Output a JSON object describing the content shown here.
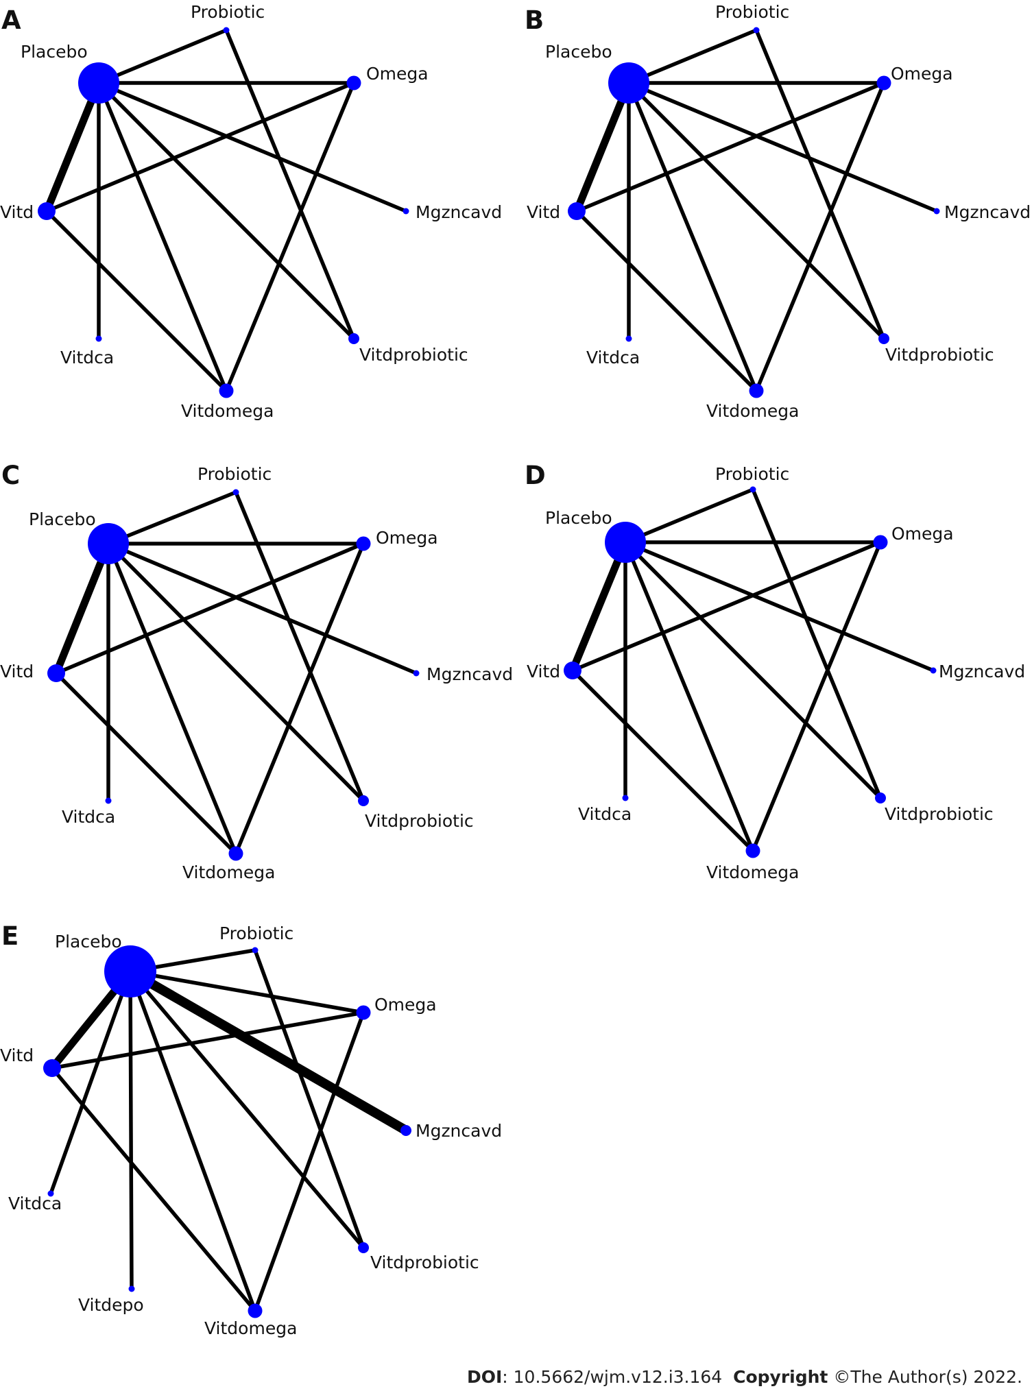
{
  "colors": {
    "node": "#0000ff",
    "edge": "#000000",
    "text": "#111111"
  },
  "panels": [
    {
      "label": "A",
      "nodes": {
        "Placebo": "Placebo",
        "Probiotic": "Probiotic",
        "Omega": "Omega",
        "Mgzncavd": "Mgzncavd",
        "Vitdprobiotic": "Vitdprobiotic",
        "Vitdomega": "Vitdomega",
        "Vitdca": "Vitdca",
        "Vitd": "Vitd"
      },
      "node_sizes": {
        "Placebo": 10,
        "Probiotic": 1,
        "Omega": 3,
        "Mgzncavd": 1,
        "Vitdprobiotic": 2,
        "Vitdomega": 3,
        "Vitdca": 1,
        "Vitd": 4
      },
      "edges": [
        {
          "from": "Placebo",
          "to": "Probiotic",
          "weight": 1
        },
        {
          "from": "Placebo",
          "to": "Omega",
          "weight": 1
        },
        {
          "from": "Placebo",
          "to": "Mgzncavd",
          "weight": 1
        },
        {
          "from": "Placebo",
          "to": "Vitdprobiotic",
          "weight": 1
        },
        {
          "from": "Placebo",
          "to": "Vitdomega",
          "weight": 1
        },
        {
          "from": "Placebo",
          "to": "Vitdca",
          "weight": 1
        },
        {
          "from": "Placebo",
          "to": "Vitd",
          "weight": 3
        },
        {
          "from": "Probiotic",
          "to": "Vitdprobiotic",
          "weight": 1
        },
        {
          "from": "Omega",
          "to": "Vitd",
          "weight": 1
        },
        {
          "from": "Omega",
          "to": "Vitdomega",
          "weight": 1
        },
        {
          "from": "Vitd",
          "to": "Vitdomega",
          "weight": 1
        }
      ]
    },
    {
      "label": "B",
      "nodes": {
        "Placebo": "Placebo",
        "Probiotic": "Probiotic",
        "Omega": "Omega",
        "Mgzncavd": "Mgzncavd",
        "Vitdprobiotic": "Vitdprobiotic",
        "Vitdomega": "Vitdomega",
        "Vitdca": "Vitdca",
        "Vitd": "Vitd"
      },
      "node_sizes": {
        "Placebo": 10,
        "Probiotic": 1,
        "Omega": 3,
        "Mgzncavd": 1,
        "Vitdprobiotic": 2,
        "Vitdomega": 3,
        "Vitdca": 1,
        "Vitd": 4
      },
      "edges": [
        {
          "from": "Placebo",
          "to": "Probiotic",
          "weight": 1
        },
        {
          "from": "Placebo",
          "to": "Omega",
          "weight": 1
        },
        {
          "from": "Placebo",
          "to": "Mgzncavd",
          "weight": 1
        },
        {
          "from": "Placebo",
          "to": "Vitdprobiotic",
          "weight": 1
        },
        {
          "from": "Placebo",
          "to": "Vitdomega",
          "weight": 1
        },
        {
          "from": "Placebo",
          "to": "Vitdca",
          "weight": 1
        },
        {
          "from": "Placebo",
          "to": "Vitd",
          "weight": 3
        },
        {
          "from": "Probiotic",
          "to": "Vitdprobiotic",
          "weight": 1
        },
        {
          "from": "Omega",
          "to": "Vitd",
          "weight": 1
        },
        {
          "from": "Omega",
          "to": "Vitdomega",
          "weight": 1
        },
        {
          "from": "Vitd",
          "to": "Vitdomega",
          "weight": 1
        }
      ]
    },
    {
      "label": "C",
      "nodes": {
        "Placebo": "Placebo",
        "Probiotic": "Probiotic",
        "Omega": "Omega",
        "Mgzncavd": "Mgzncavd",
        "Vitdprobiotic": "Vitdprobiotic",
        "Vitdomega": "Vitdomega",
        "Vitdca": "Vitdca",
        "Vitd": "Vitd"
      },
      "node_sizes": {
        "Placebo": 10,
        "Probiotic": 1,
        "Omega": 3,
        "Mgzncavd": 1,
        "Vitdprobiotic": 2,
        "Vitdomega": 3,
        "Vitdca": 1,
        "Vitd": 4
      },
      "edges": [
        {
          "from": "Placebo",
          "to": "Probiotic",
          "weight": 1
        },
        {
          "from": "Placebo",
          "to": "Omega",
          "weight": 1
        },
        {
          "from": "Placebo",
          "to": "Mgzncavd",
          "weight": 1
        },
        {
          "from": "Placebo",
          "to": "Vitdprobiotic",
          "weight": 1
        },
        {
          "from": "Placebo",
          "to": "Vitdomega",
          "weight": 1
        },
        {
          "from": "Placebo",
          "to": "Vitdca",
          "weight": 1
        },
        {
          "from": "Placebo",
          "to": "Vitd",
          "weight": 3
        },
        {
          "from": "Probiotic",
          "to": "Vitdprobiotic",
          "weight": 1
        },
        {
          "from": "Omega",
          "to": "Vitd",
          "weight": 1
        },
        {
          "from": "Omega",
          "to": "Vitdomega",
          "weight": 1
        },
        {
          "from": "Vitd",
          "to": "Vitdomega",
          "weight": 1
        }
      ]
    },
    {
      "label": "D",
      "nodes": {
        "Placebo": "Placebo",
        "Probiotic": "Probiotic",
        "Omega": "Omega",
        "Mgzncavd": "Mgzncavd",
        "Vitdprobiotic": "Vitdprobiotic",
        "Vitdomega": "Vitdomega",
        "Vitdca": "Vitdca",
        "Vitd": "Vitd"
      },
      "node_sizes": {
        "Placebo": 10,
        "Probiotic": 1,
        "Omega": 3,
        "Mgzncavd": 1,
        "Vitdprobiotic": 2,
        "Vitdomega": 3,
        "Vitdca": 1,
        "Vitd": 4
      },
      "edges": [
        {
          "from": "Placebo",
          "to": "Probiotic",
          "weight": 1
        },
        {
          "from": "Placebo",
          "to": "Omega",
          "weight": 1
        },
        {
          "from": "Placebo",
          "to": "Mgzncavd",
          "weight": 1
        },
        {
          "from": "Placebo",
          "to": "Vitdprobiotic",
          "weight": 1
        },
        {
          "from": "Placebo",
          "to": "Vitdomega",
          "weight": 1
        },
        {
          "from": "Placebo",
          "to": "Vitdca",
          "weight": 1
        },
        {
          "from": "Placebo",
          "to": "Vitd",
          "weight": 3
        },
        {
          "from": "Probiotic",
          "to": "Vitdprobiotic",
          "weight": 1
        },
        {
          "from": "Omega",
          "to": "Vitd",
          "weight": 1
        },
        {
          "from": "Omega",
          "to": "Vitdomega",
          "weight": 1
        },
        {
          "from": "Vitd",
          "to": "Vitdomega",
          "weight": 1
        }
      ]
    },
    {
      "label": "E",
      "nodes": {
        "Placebo": "Placebo",
        "Probiotic": "Probiotic",
        "Omega": "Omega",
        "Mgzncavd": "Mgzncavd",
        "Vitdprobiotic": "Vitdprobiotic",
        "Vitdomega": "Vitdomega",
        "Vitdepo": "Vitdepo",
        "Vitdca": "Vitdca",
        "Vitd": "Vitd"
      },
      "node_sizes": {
        "Placebo": 12,
        "Probiotic": 1,
        "Omega": 3,
        "Mgzncavd": 2,
        "Vitdprobiotic": 2,
        "Vitdomega": 3,
        "Vitdepo": 1,
        "Vitdca": 1,
        "Vitd": 4
      },
      "edges": [
        {
          "from": "Placebo",
          "to": "Probiotic",
          "weight": 1
        },
        {
          "from": "Placebo",
          "to": "Omega",
          "weight": 1
        },
        {
          "from": "Placebo",
          "to": "Mgzncavd",
          "weight": 4
        },
        {
          "from": "Placebo",
          "to": "Vitdprobiotic",
          "weight": 1
        },
        {
          "from": "Placebo",
          "to": "Vitdomega",
          "weight": 1
        },
        {
          "from": "Placebo",
          "to": "Vitdepo",
          "weight": 1
        },
        {
          "from": "Placebo",
          "to": "Vitdca",
          "weight": 1
        },
        {
          "from": "Placebo",
          "to": "Vitd",
          "weight": 3
        },
        {
          "from": "Probiotic",
          "to": "Vitdprobiotic",
          "weight": 1
        },
        {
          "from": "Omega",
          "to": "Vitd",
          "weight": 1
        },
        {
          "from": "Omega",
          "to": "Vitdomega",
          "weight": 1
        },
        {
          "from": "Vitd",
          "to": "Vitdomega",
          "weight": 1
        }
      ]
    }
  ],
  "footer": {
    "doi_label": "DOI",
    "doi_text": ": 10.5662/wjm.v12.i3.164",
    "copyright_label": "Copyright",
    "copyright_text": " ©The Author(s) 2022."
  }
}
